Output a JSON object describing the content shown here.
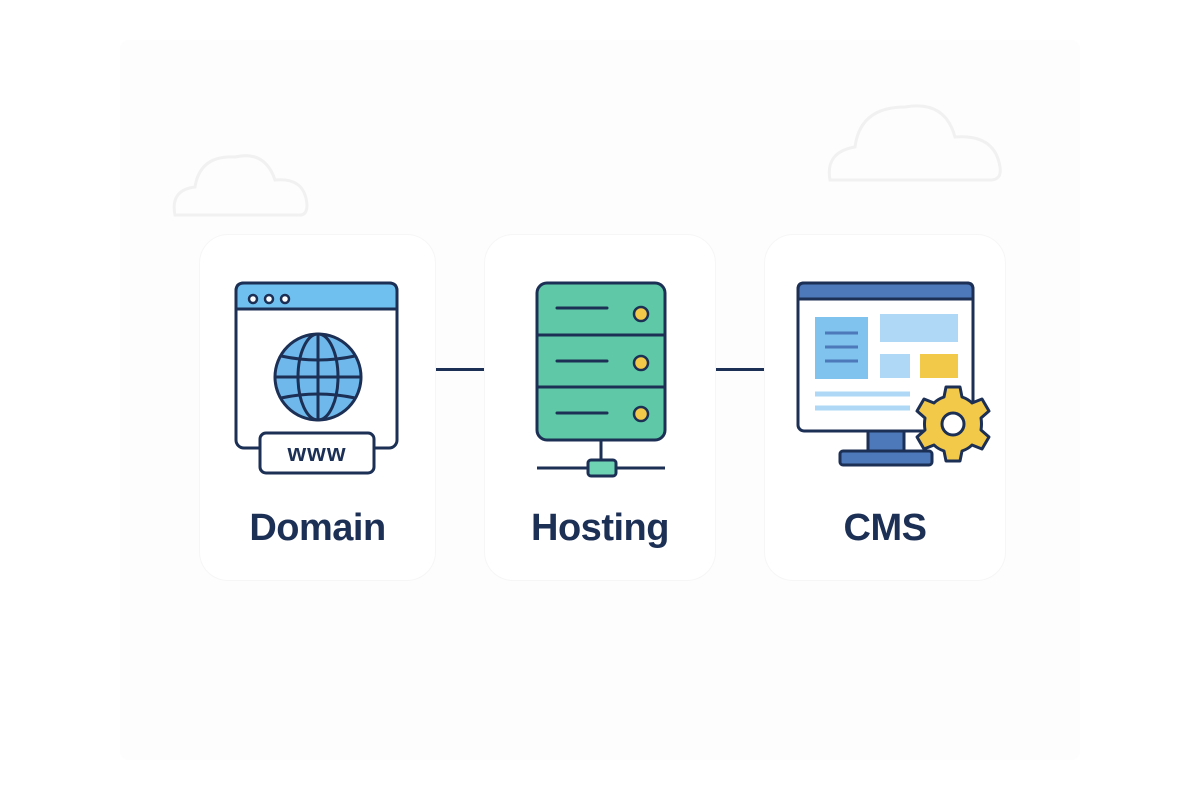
{
  "diagram": {
    "steps": [
      {
        "label": "Domain",
        "icon": "browser-globe-icon",
        "badge": "www"
      },
      {
        "label": "Hosting",
        "icon": "server-icon"
      },
      {
        "label": "CMS",
        "icon": "monitor-gear-icon"
      }
    ]
  },
  "colors": {
    "outline": "#1c2f55",
    "browser_bar": "#6fc0ef",
    "globe": "#6fb8ec",
    "server": "#5fc8a6",
    "server_light": "#6dd3b2",
    "led": "#f3c94a",
    "monitor_bar": "#4d78b9",
    "panel_blue": "#7fc3ee",
    "panel_light": "#aed8f6",
    "panel_yellow": "#f3c94a",
    "gear": "#f3c94a",
    "stand": "#4d78b9"
  }
}
